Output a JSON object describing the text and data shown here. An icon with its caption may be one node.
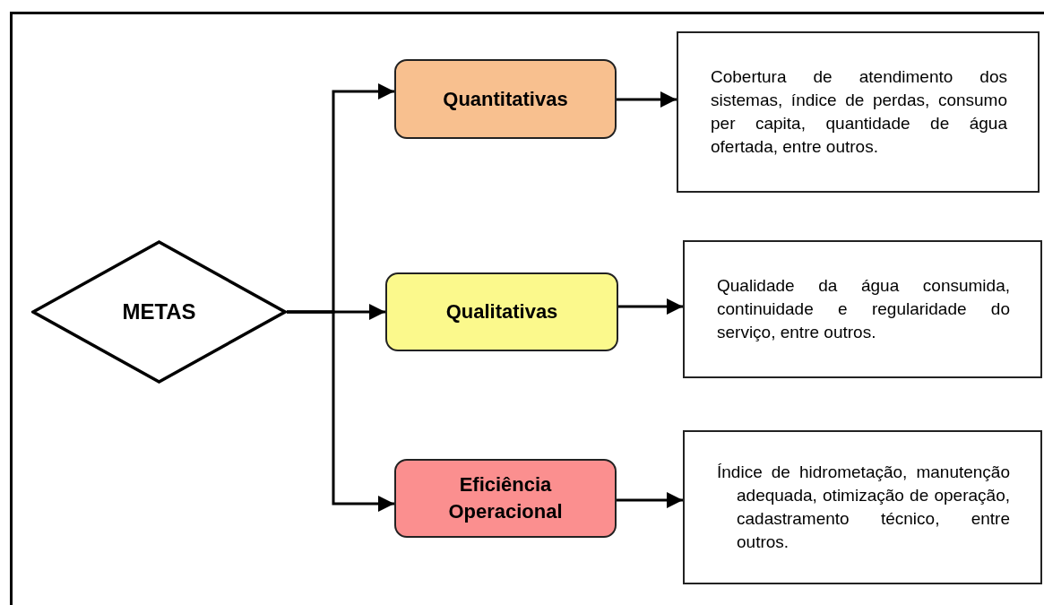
{
  "diagram": {
    "nodes": [
      {
        "text": [
          "METAS"
        ]
      },
      {
        "text": [
          "Quantitativas"
        ]
      },
      {
        "text": [
          "Qualitativas"
        ]
      },
      {
        "text": [
          "Eficiência Operacional"
        ]
      },
      {
        "text": [
          "Cobertura de atendimento dos sistemas, índice de perdas, consumo per capita, quantidade de água ofertada, entre outros."
        ]
      },
      {
        "text": [
          "Qualidade da água consumida, continuidade e regularidade do serviço, entre outros."
        ]
      },
      {
        "text": [
          "Índice de hidrometação, manutenção adequada, otimização de operação, cadastramento técnico, entre outros."
        ]
      }
    ],
    "edges": [
      {
        "from": 0,
        "to": 1,
        "arrow": "to"
      },
      {
        "from": 0,
        "to": 2,
        "arrow": "to"
      },
      {
        "from": 0,
        "to": 3,
        "arrow": "to"
      },
      {
        "from": 1,
        "to": 4,
        "arrow": "to"
      },
      {
        "from": 2,
        "to": 5,
        "arrow": "to"
      },
      {
        "from": 3,
        "to": 6,
        "arrow": "to"
      }
    ]
  }
}
